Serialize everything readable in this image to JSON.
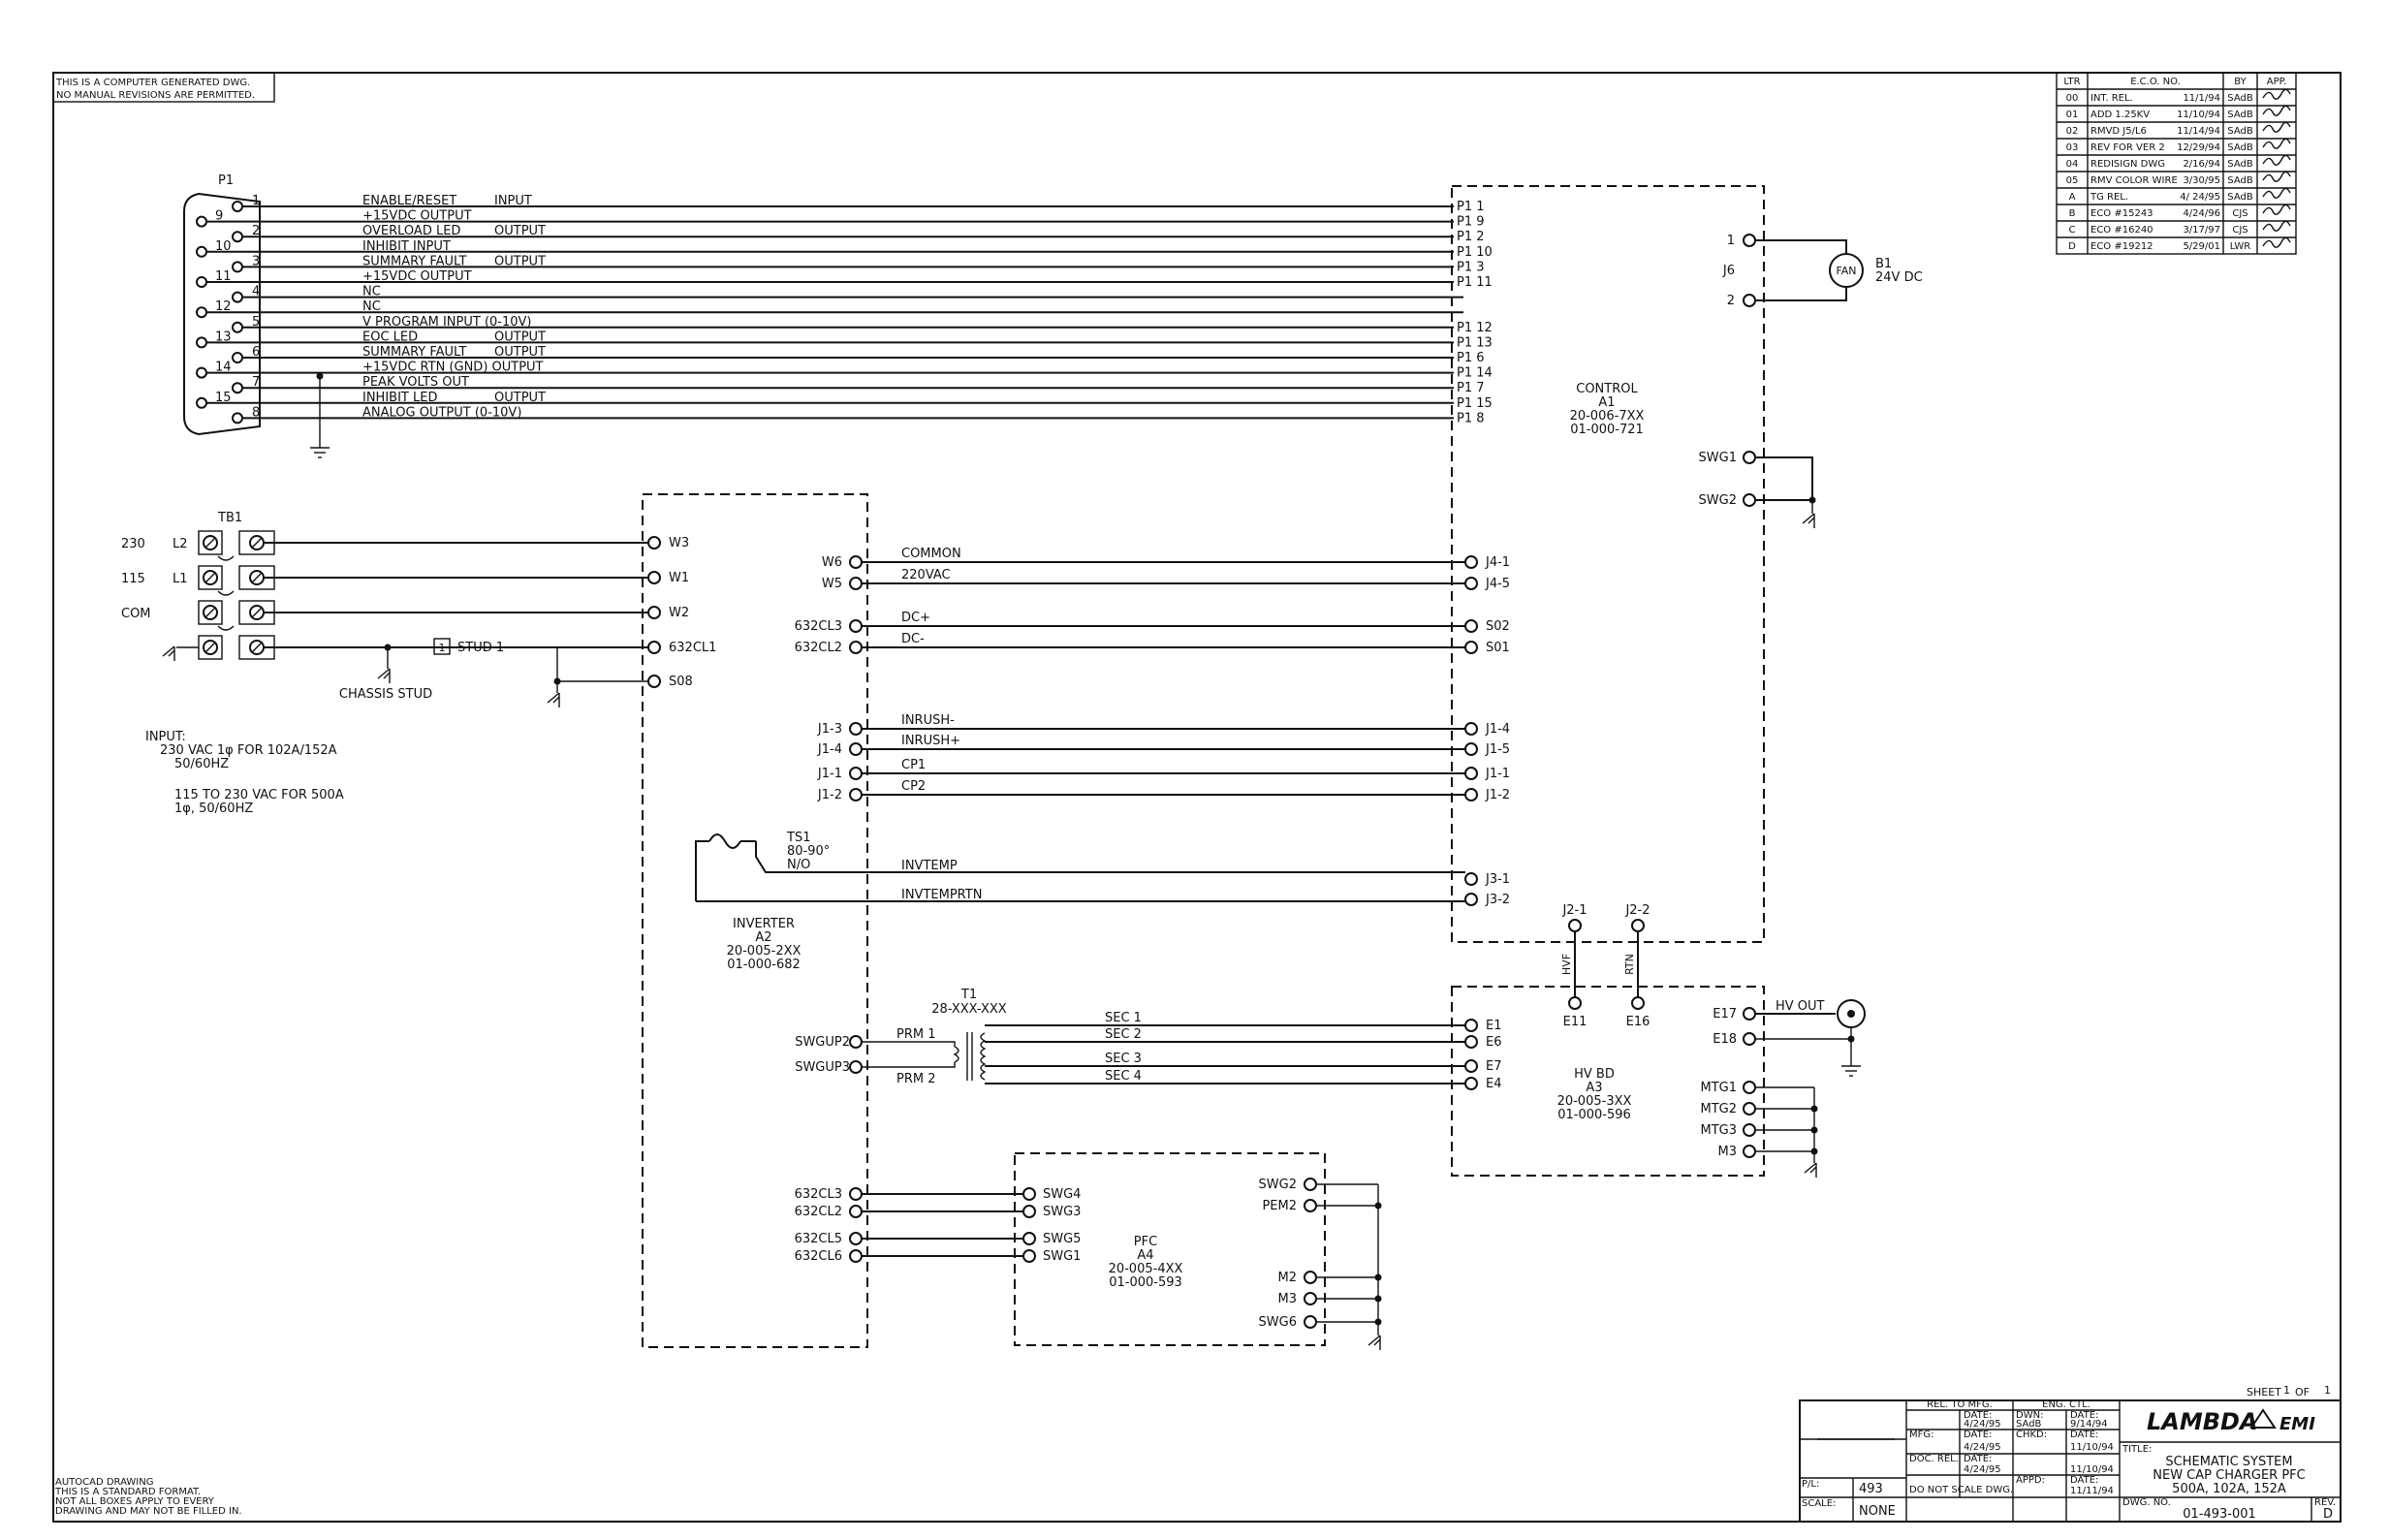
{
  "notes": {
    "computer_generated": [
      "THIS IS A COMPUTER GENERATED DWG.",
      "NO MANUAL REVISIONS ARE PERMITTED."
    ],
    "autocad": [
      "AUTOCAD DRAWING",
      "THIS IS A STANDARD FORMAT.",
      "NOT ALL BOXES APPLY TO EVERY",
      "DRAWING AND MAY NOT BE FILLED IN."
    ],
    "input": [
      "INPUT:",
      "230 VAC 1φ FOR 102A/152A",
      "50/60HZ",
      "115 TO 230 VAC FOR 500A",
      "1φ, 50/60HZ"
    ]
  },
  "revisions": {
    "headers": [
      "LTR",
      "E.C.O. NO.",
      "BY",
      "APP."
    ],
    "rows": [
      {
        "ltr": "00",
        "eco": "INT. REL.",
        "date": "11/1/94",
        "by": "SAdB"
      },
      {
        "ltr": "01",
        "eco": "ADD 1.25KV",
        "date": "11/10/94",
        "by": "SAdB"
      },
      {
        "ltr": "02",
        "eco": "RMVD J5/L6",
        "date": "11/14/94",
        "by": "SAdB"
      },
      {
        "ltr": "03",
        "eco": "REV FOR VER 2",
        "date": "12/29/94",
        "by": "SAdB"
      },
      {
        "ltr": "04",
        "eco": "REDISIGN DWG",
        "date": "2/16/94",
        "by": "SAdB"
      },
      {
        "ltr": "05",
        "eco": "RMV COLOR WIRE",
        "date": "3/30/95",
        "by": "SAdB"
      },
      {
        "ltr": "A",
        "eco": "TG REL.",
        "date": "4/ 24/95",
        "by": "SAdB"
      },
      {
        "ltr": "B",
        "eco": "ECO #15243",
        "date": "4/24/96",
        "by": "CJS"
      },
      {
        "ltr": "C",
        "eco": "ECO #16240",
        "date": "3/17/97",
        "by": "CJS"
      },
      {
        "ltr": "D",
        "eco": "ECO #19212",
        "date": "5/29/01",
        "by": "LWR"
      }
    ]
  },
  "p1": {
    "label": "P1",
    "signals": [
      {
        "pin": "1",
        "name": "ENABLE/RESET",
        "io": "INPUT",
        "dest": "P1  1"
      },
      {
        "pin": "9",
        "name": "+15VDC OUTPUT",
        "io": "",
        "dest": "P1  9"
      },
      {
        "pin": "2",
        "name": "OVERLOAD LED",
        "io": "OUTPUT",
        "dest": "P1  2"
      },
      {
        "pin": "10",
        "name": "INHIBIT INPUT",
        "io": "",
        "dest": "P1  10"
      },
      {
        "pin": "3",
        "name": "SUMMARY FAULT",
        "io": "OUTPUT",
        "dest": "P1  3"
      },
      {
        "pin": "11",
        "name": "+15VDC OUTPUT",
        "io": "",
        "dest": "P1  11"
      },
      {
        "pin": "4",
        "name": "NC",
        "io": "",
        "dest": ""
      },
      {
        "pin": "12",
        "name": "NC",
        "io": "",
        "dest": ""
      },
      {
        "pin": "5",
        "name": "V PROGRAM INPUT (0-10V)",
        "io": "",
        "dest": "P1  12"
      },
      {
        "pin": "13",
        "name": "EOC LED",
        "io": "OUTPUT",
        "dest": "P1  13"
      },
      {
        "pin": "6",
        "name": "SUMMARY FAULT",
        "io": "OUTPUT",
        "dest": "P1  6"
      },
      {
        "pin": "14",
        "name": "+15VDC RTN (GND) OUTPUT",
        "io": "",
        "dest": "P1  14"
      },
      {
        "pin": "7",
        "name": "PEAK VOLTS OUT",
        "io": "",
        "dest": "P1  7"
      },
      {
        "pin": "15",
        "name": "INHIBIT LED",
        "io": "OUTPUT",
        "dest": "P1  15"
      },
      {
        "pin": "8",
        "name": "ANALOG OUTPUT (0-10V)",
        "io": "",
        "dest": "P1  8"
      }
    ]
  },
  "control": {
    "title": "CONTROL",
    "ref": "A1",
    "part1": "20-006-7XX",
    "part2": "01-000-721"
  },
  "j6": {
    "label": "J6",
    "pin1": "1",
    "pin2": "2"
  },
  "fan": {
    "label": "FAN",
    "ref": "B1",
    "rating": "24V DC"
  },
  "control_swg": [
    "SWG1",
    "SWG2"
  ],
  "tb1": {
    "label": "TB1",
    "rows": [
      {
        "left": "230",
        "terminal": "L2",
        "dest": "W3"
      },
      {
        "left": "115",
        "terminal": "L1",
        "dest": "W1"
      },
      {
        "left": "COM",
        "terminal": "",
        "dest": "W2"
      },
      {
        "left": "",
        "terminal": "",
        "dest": "632CL1"
      }
    ],
    "stud": "STUD  1",
    "stud_num": "1",
    "chassis": "CHASSIS  STUD",
    "s08": "S08"
  },
  "inverter": {
    "title": "INVERTER",
    "ref": "A2",
    "part1": "20-005-2XX",
    "part2": "01-000-682"
  },
  "inverter_links": [
    {
      "from": "W6",
      "wire": "COMMON",
      "to": "J4-1"
    },
    {
      "from": "W5",
      "wire": "220VAC",
      "to": "J4-5"
    },
    {
      "from": "632CL3",
      "wire": "DC+",
      "to": "S02"
    },
    {
      "from": "632CL2",
      "wire": "DC-",
      "to": "S01"
    },
    {
      "from": "J1-3",
      "wire": "INRUSH-",
      "to": "J1-4"
    },
    {
      "from": "J1-4",
      "wire": "INRUSH+",
      "to": "J1-5"
    },
    {
      "from": "J1-1",
      "wire": "CP1",
      "to": "J1-1"
    },
    {
      "from": "J1-2",
      "wire": "CP2",
      "to": "J1-2"
    }
  ],
  "ts1": {
    "ref": "TS1",
    "temp": "80-90°",
    "type": "N/O",
    "wire1": "INVTEMP",
    "wire2": "INVTEMPRTN",
    "to1": "J3-1",
    "to2": "J3-2"
  },
  "j2": {
    "j21": "J2-1",
    "j22": "J2-2",
    "hvf": "HVF",
    "rtn": "RTN",
    "e11": "E11",
    "e16": "E16"
  },
  "t1": {
    "ref": "T1",
    "part": "28-XXX-XXX",
    "prm1": "PRM  1",
    "prm2": "PRM  2",
    "swgup2": "SWGUP2",
    "swgup3": "SWGUP3",
    "secs": [
      {
        "sec": "SEC  1",
        "to": "E1"
      },
      {
        "sec": "SEC  2",
        "to": "E6"
      },
      {
        "sec": "SEC  3",
        "to": "E7"
      },
      {
        "sec": "SEC  4",
        "to": "E4"
      }
    ]
  },
  "hvbd": {
    "title": "HV BD",
    "ref": "A3",
    "part1": "20-005-3XX",
    "part2": "01-000-596",
    "e17": "E17",
    "e18": "E18",
    "hvout": "HV OUT",
    "mtg": [
      "MTG1",
      "MTG2",
      "MTG3",
      "M3"
    ]
  },
  "pfc": {
    "title": "PFC",
    "ref": "A4",
    "part1": "20-005-4XX",
    "part2": "01-000-593",
    "inv_side": [
      "632CL3",
      "632CL2",
      "632CL5",
      "632CL6"
    ],
    "pfc_side": [
      "SWG4",
      "SWG3",
      "SWG5",
      "SWG1"
    ],
    "right": [
      "SWG2",
      "PEM2",
      "M2",
      "M3",
      "SWG6"
    ]
  },
  "title_block": {
    "sheet": "SHEET",
    "sheet_n": "1",
    "of": "OF",
    "sheet_total": "1",
    "rel_mfg": "REL. TO MFG.",
    "eng_ctl": "ENG. CTL.",
    "mfg_date": "4/24/95",
    "dwn": "DWN:",
    "dwn_name": "SAdB",
    "dwn_date": "9/14/94",
    "chkd": "CHKD:",
    "chkd_date": "11/10/94",
    "mfg": "MFG:",
    "mfg2_date": "4/24/95",
    "doc_rel": "DOC. REL.",
    "doc_date": "4/24/95",
    "eng_date": "11/10/94",
    "appd": "APPD:",
    "appd_date": "11/11/94",
    "date_lbl": "DATE:",
    "pn_label": "P/L:",
    "pn": "493",
    "scale_label": "SCALE:",
    "scale": "NONE",
    "donotscale": "DO NOT SCALE DWG.",
    "logo": "LAMBDA",
    "logo2": "EMI",
    "title_lbl": "TITLE:",
    "title": [
      "SCHEMATIC SYSTEM",
      "NEW CAP CHARGER PFC",
      "500A, 102A, 152A"
    ],
    "dwg_lbl": "DWG. NO.",
    "dwg": "01-493-001",
    "rev_lbl": "REV.",
    "rev": "D"
  }
}
